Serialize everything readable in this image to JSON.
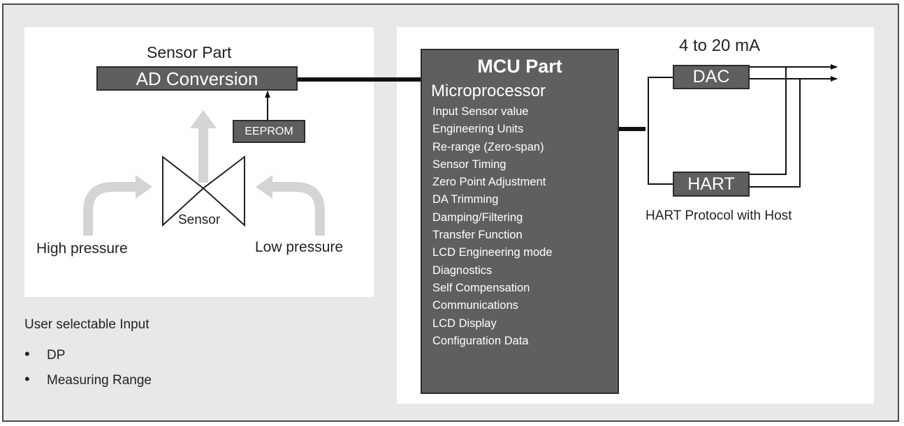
{
  "sensor": {
    "title": "Sensor Part",
    "ad_label": "AD Conversion",
    "eeprom_label": "EEPROM",
    "sensor_label": "Sensor",
    "high_pressure": "High pressure",
    "low_pressure": "Low pressure"
  },
  "mcu": {
    "title": "MCU Part",
    "subtitle": "Microprocessor",
    "functions": [
      "Input Sensor value",
      "Engineering Units",
      "Re-range (Zero-span)",
      "Sensor Timing",
      "Zero Point Adjustment",
      "DA Trimming",
      "Damping/Filtering",
      "Transfer Function",
      "LCD Engineering mode",
      "Diagnostics",
      "Self Compensation",
      "Communications",
      "LCD Display",
      "Configuration Data"
    ]
  },
  "output": {
    "current_label": "4 to 20 mA",
    "dac_label": "DAC",
    "hart_label": "HART",
    "hart_caption": "HART Protocol with Host"
  },
  "user_input": {
    "heading": "User selectable Input",
    "items": [
      "DP",
      "Measuring Range"
    ]
  },
  "colors": {
    "box_fill": "#5f5f5f",
    "arrow_gray": "#d4d4d2",
    "line_dark": "#111111"
  }
}
